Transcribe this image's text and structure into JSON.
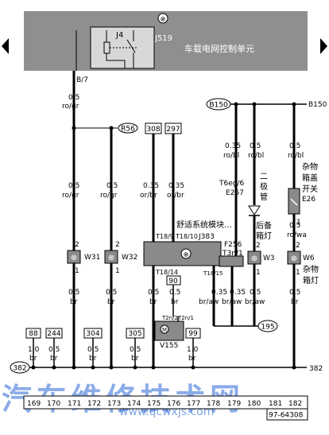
{
  "control_unit": {
    "name": "J519",
    "label": "车载电网控制单元",
    "relay": "J4"
  },
  "wire_labels": {
    "b7": "B/7",
    "main_size": "0.5",
    "main_color": "ro/gr",
    "w31_size": "0.5",
    "w31_color": "ro/gr",
    "w32_size": "0.5",
    "w32_color": "ro/gr",
    "j383_a_size": "0.35",
    "j383_a_color": "or/br",
    "j383_b_size": "0.35",
    "j383_b_color": "or/br",
    "e267_size": "0.35",
    "e267_color": "ro/bl",
    "diode_size": "0.5",
    "diode_color": "ro/bl",
    "e26_size": "0.5",
    "e26_color": "ro/bl",
    "w6_size": "0.5",
    "w6_color": "ro/wa"
  },
  "refs": {
    "r56": "R56",
    "r308": "308",
    "r297": "297",
    "b150a": "B150",
    "b150b": "B150",
    "r90": "90",
    "r88": "88",
    "r244": "244",
    "r304": "304",
    "r305": "305",
    "r99": "99",
    "r195": "195",
    "r382a": "382",
    "r382b": "382"
  },
  "components": {
    "e267": {
      "line1": "T6eg/6",
      "line2": "E267"
    },
    "diode": {
      "c1": "二",
      "c2": "极",
      "c3": "管"
    },
    "e26": {
      "l1": "杂物",
      "l2": "箱盖",
      "l3": "开关",
      "id": "E26"
    },
    "w31": "W31",
    "w32": "W32",
    "w3": "W3",
    "w6": "W6",
    "w6_desc": {
      "l1": "杂物",
      "l2": "箱灯"
    },
    "rear_lamp": {
      "l1": "后备",
      "l2": "箱灯"
    },
    "j383": {
      "desc": "舒适系统模块…",
      "id": "J383",
      "t1": "T18/9",
      "t2": "T18/10",
      "t3": "T18/14",
      "t4": "T18/15"
    },
    "f256": {
      "id": "F256",
      "t": "T3n/1"
    },
    "v155": {
      "id": "V155",
      "t1": "T2n/2",
      "t2": "T2n/1"
    }
  },
  "pins": {
    "p2": "2",
    "p1": "1"
  },
  "bottom_wires": [
    {
      "size": "0.5",
      "color": "br"
    },
    {
      "size": "0.5",
      "color": "br"
    },
    {
      "size": "0.5",
      "color": "br"
    },
    {
      "size": "0.5",
      "color": "br"
    },
    {
      "size": "0.35",
      "color": "br/aw"
    },
    {
      "size": "0.35",
      "color": "br/aw"
    },
    {
      "size": "0.5",
      "color": "br/aw"
    },
    {
      "size": "0.5",
      "color": "br"
    }
  ],
  "ground_wires": [
    {
      "size": "1.0",
      "color": "br"
    },
    {
      "size": "0.5",
      "color": "br"
    },
    {
      "size": "0.5",
      "color": "br"
    },
    {
      "size": "0.5",
      "color": "br"
    },
    {
      "size": "1.0",
      "color": "br"
    }
  ],
  "footer": {
    "numbers": [
      "169",
      "170",
      "171",
      "172",
      "173",
      "174",
      "175",
      "176",
      "177",
      "178",
      "179",
      "180",
      "181",
      "182"
    ],
    "code": "97-64308",
    "watermark": "汽车维修技术网",
    "watermark_url": "www.qcwxjs.com"
  },
  "colors": {
    "box_gray": "#8a8a8a",
    "line": "#000000",
    "watermark": "#2a66d4"
  }
}
